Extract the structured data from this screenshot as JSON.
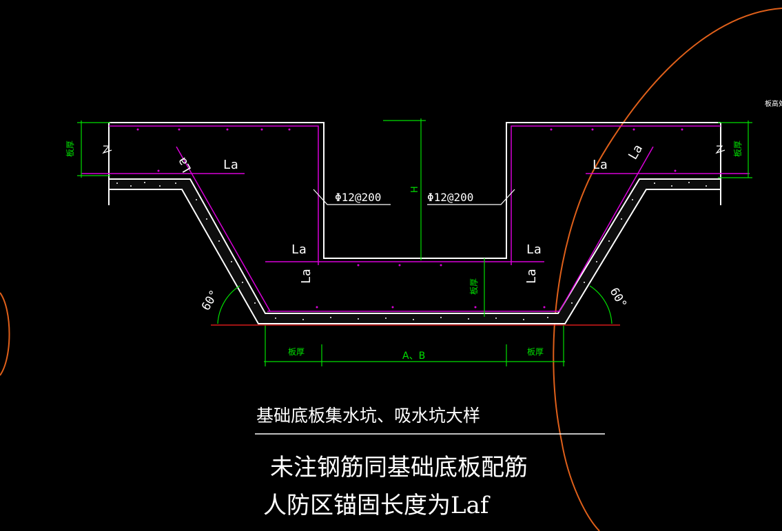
{
  "colors": {
    "background": "#000000",
    "outline": "#ffffff",
    "rebar": "#d800d8",
    "dimension": "#00e000",
    "arc": "#e0601a",
    "ground_line": "#ff2020"
  },
  "labels": {
    "slab_thickness": "板厚",
    "anchorage": "La",
    "rebar_spec": "Φ12@200",
    "pit_depth": "H",
    "angle": "60°",
    "width": "A、B",
    "elevation_note": "板高处"
  },
  "notes": {
    "title": "基础底板集水坑、吸水坑大样",
    "line1": "未注钢筋同基础底板配筋",
    "line2": "人防区锚固长度为Laf"
  }
}
